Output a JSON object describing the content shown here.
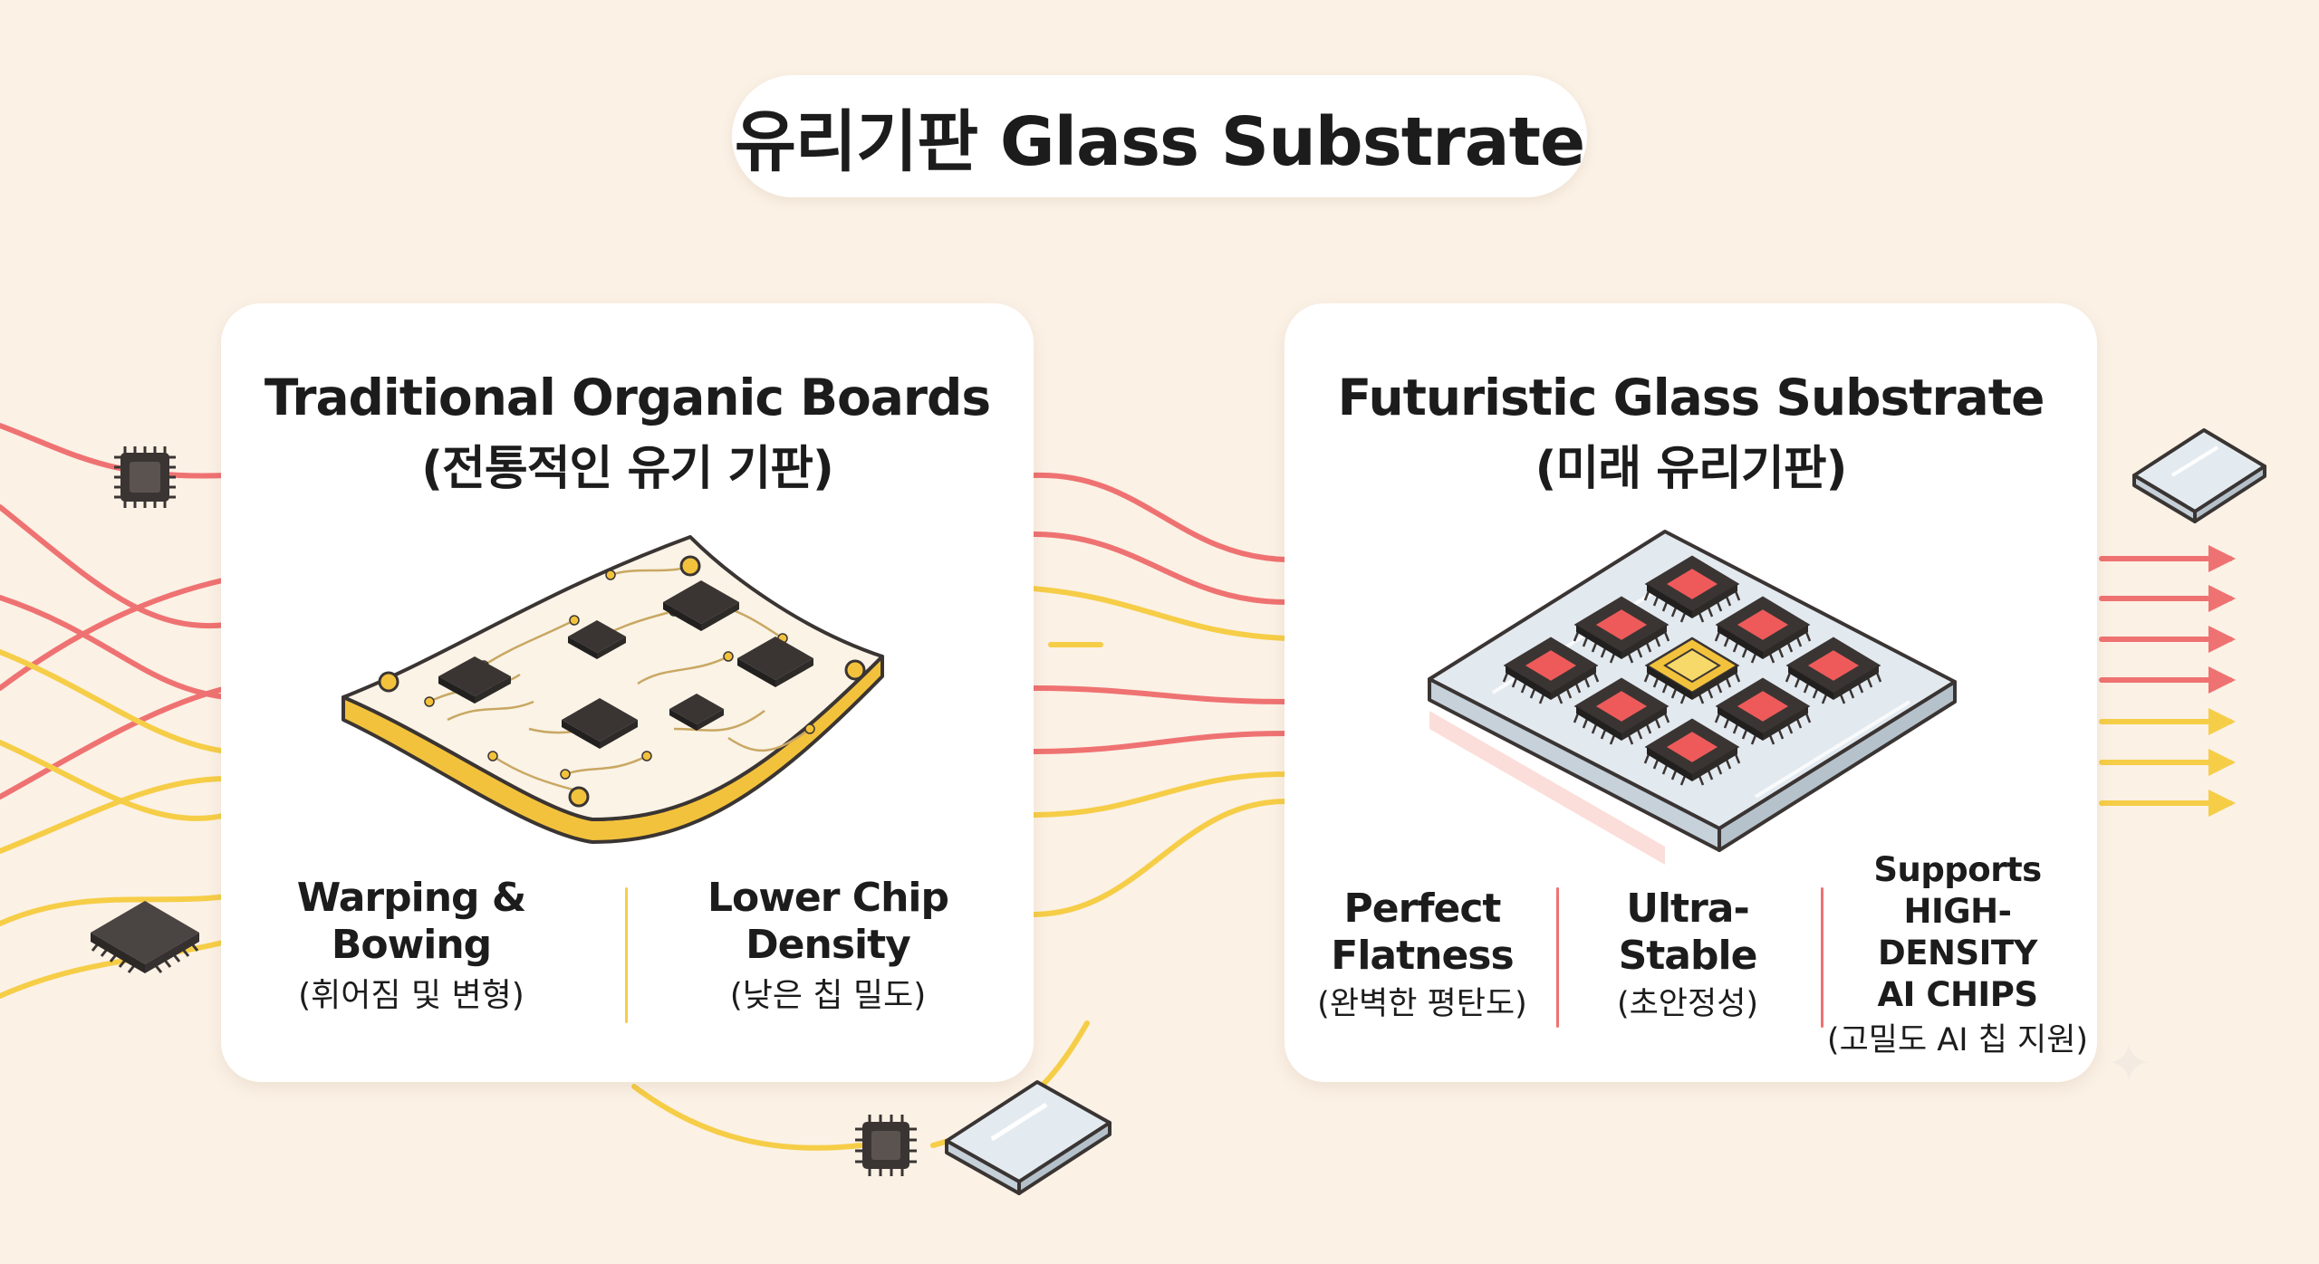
{
  "title": "유리기판 Glass Substrate",
  "colors": {
    "background": "#fbf1e5",
    "red_line": "#ef7272",
    "yellow_line": "#f6cd47",
    "chip_dark": "#3a3533",
    "chip_red": "#ee5a5a",
    "chip_gold": "#f3c23c",
    "glass": "#dfe7ee"
  },
  "left_panel": {
    "heading_en": "Traditional Organic Boards",
    "heading_ko": "(전통적인 유기 기판)",
    "illustration_icon": "warped-organic-board-icon",
    "features": [
      {
        "en_lines": [
          "Warping &",
          "Bowing"
        ],
        "ko": "(휘어짐 및 변형)"
      },
      {
        "en_lines": [
          "Lower Chip",
          "Density"
        ],
        "ko": "(낮은 칩 밀도)"
      }
    ]
  },
  "right_panel": {
    "heading_en": "Futuristic Glass Substrate",
    "heading_ko": "(미래 유리기판)",
    "illustration_icon": "flat-glass-substrate-with-chips-icon",
    "features": [
      {
        "en_lines": [
          "Perfect",
          "Flatness"
        ],
        "ko": "(완벽한 평탄도)"
      },
      {
        "en_lines": [
          "Ultra-Stable"
        ],
        "ko": "(초안정성)"
      },
      {
        "en_lines": [
          "Supports",
          "HIGH-DENSITY",
          "AI CHIPS"
        ],
        "ko": "(고밀도 AI 칩 지원)"
      }
    ]
  },
  "decorations": [
    "chip-icon",
    "chip-icon",
    "chip-icon",
    "glass-pane-icon",
    "glass-pane-icon",
    "red-chip-icon",
    "sparkle-icon"
  ]
}
